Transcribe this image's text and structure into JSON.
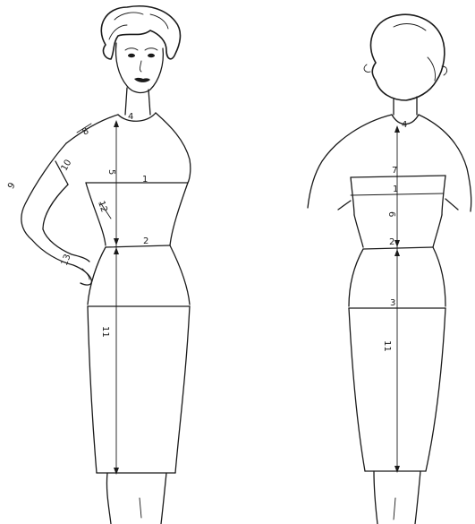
{
  "front_view": {
    "labels": {
      "m1": "1",
      "m2": "2",
      "m4": "4",
      "m5": "5",
      "m8": "8",
      "m9": "9",
      "m10": "10",
      "m11": "11",
      "m12": "12",
      "m13": "13"
    }
  },
  "back_view": {
    "labels": {
      "m1": "1",
      "m2": "2",
      "m3": "3",
      "m4": "4",
      "m6": "6",
      "m7": "7",
      "m11": "11"
    }
  }
}
